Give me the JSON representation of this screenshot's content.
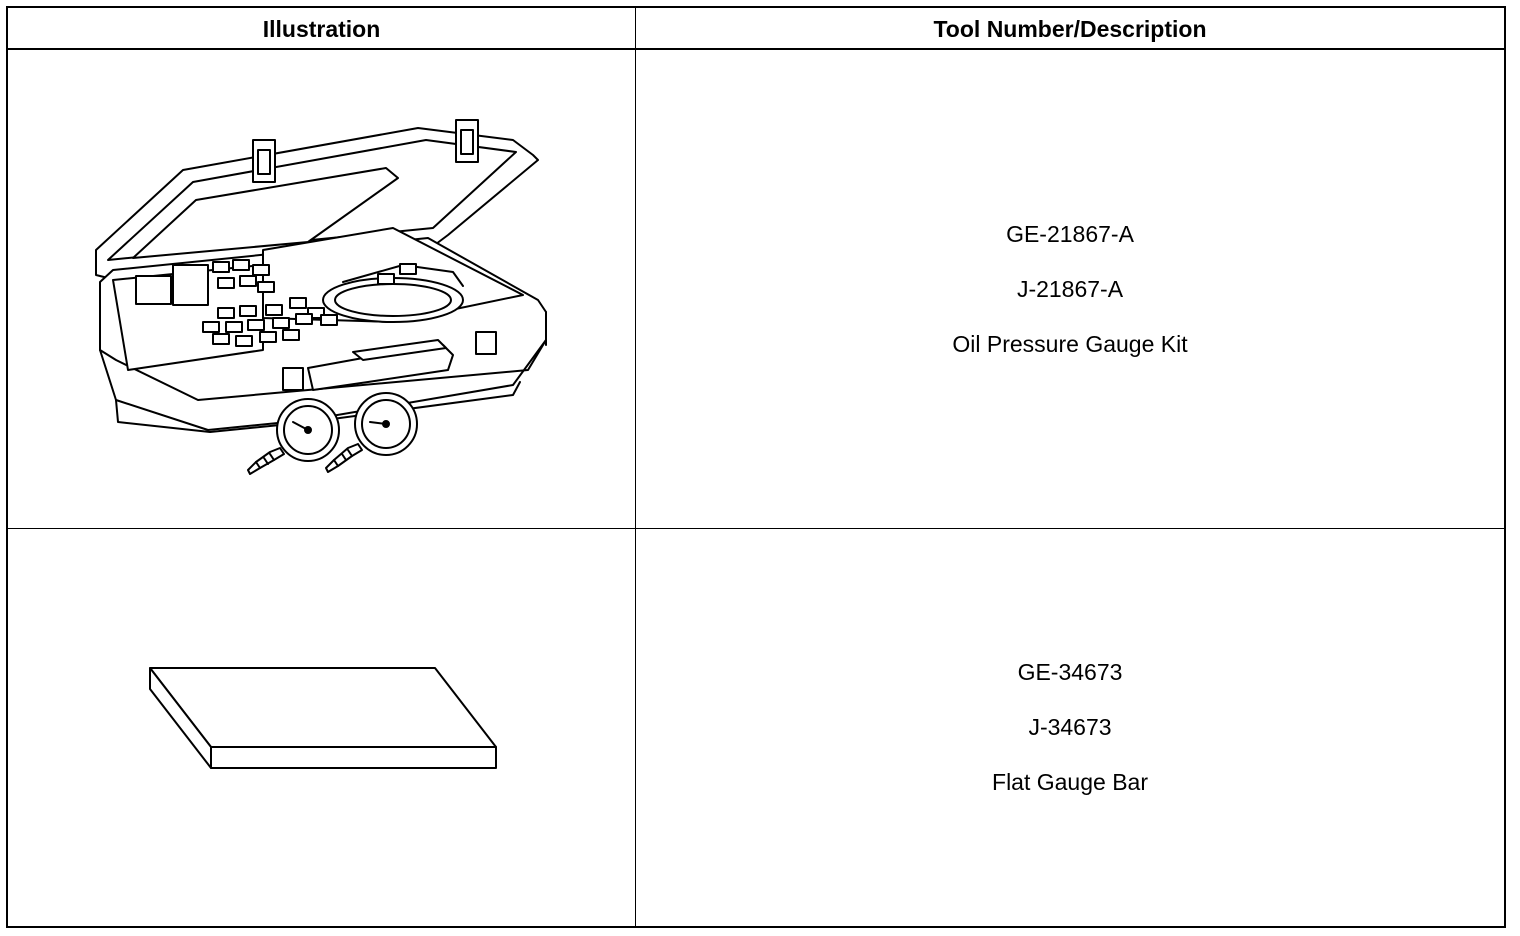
{
  "table": {
    "headers": {
      "illustration": "Illustration",
      "description": "Tool Number/Description"
    },
    "rows": [
      {
        "illustration_icon": "oil-pressure-gauge-kit-case-icon",
        "lines": [
          "GE-21867-A",
          "J-21867-A",
          "Oil Pressure Gauge Kit"
        ]
      },
      {
        "illustration_icon": "flat-gauge-bar-icon",
        "lines": [
          "GE-34673",
          "J-34673",
          "Flat Gauge Bar"
        ]
      }
    ]
  }
}
